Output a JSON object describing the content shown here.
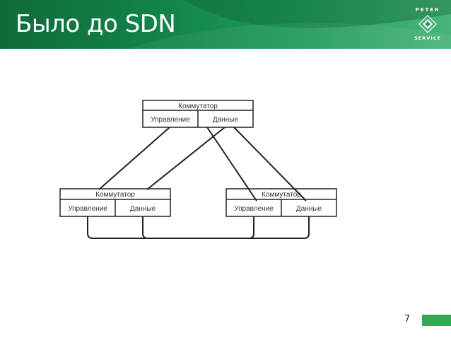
{
  "slide": {
    "title": "Было до SDN",
    "page_number": "7"
  },
  "logo": {
    "top_text": "PETER",
    "bottom_text": "SERVICE"
  },
  "diagram": {
    "top_switch": {
      "title": "Коммутатор",
      "control": "Управление",
      "data": "Данные"
    },
    "left_switch": {
      "title": "Коммутатор",
      "control": "Управление",
      "data": "Данные"
    },
    "right_switch": {
      "title": "Коммутатор",
      "control": "Управление",
      "data": "Данные"
    }
  },
  "colors": {
    "header_dark": "#0f6b3a",
    "header_light": "#49b57a",
    "footer_bar": "#35a853",
    "line": "#222222"
  }
}
